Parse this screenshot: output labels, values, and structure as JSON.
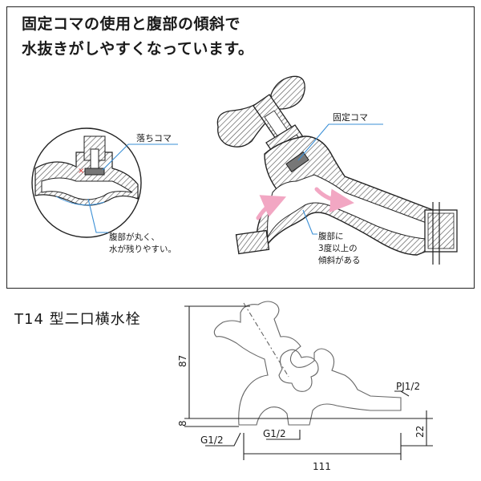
{
  "headline": {
    "line1": "固定コマの使用と腹部の傾斜で",
    "line2": "水抜きがしやすくなっています。"
  },
  "callouts": {
    "drop_piece": "落ちコマ",
    "belly_round_1": "腹部が丸く、",
    "belly_round_2": "水が残りやすい。",
    "fixed_piece": "固定コマ",
    "belly_slope_1": "腹部に",
    "belly_slope_2": "3度以上の",
    "belly_slope_3": "傾斜がある"
  },
  "drawing": {
    "model_title": "T14 型二口横水栓",
    "dim_height": "87",
    "dim_offset": "8",
    "dim_thread_height": "22",
    "dim_length": "111",
    "thread_left": "G1/2",
    "thread_mid": "G1/2",
    "thread_right": "PJ1/2"
  },
  "colors": {
    "callout_line": "#3a8fd6",
    "flow_arrow": "#f2a7c3",
    "hatch": "#555555",
    "outline": "#222222"
  }
}
